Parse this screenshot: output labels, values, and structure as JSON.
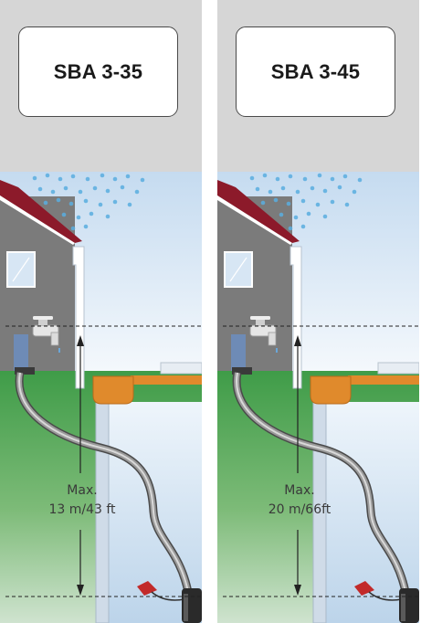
{
  "panels": [
    {
      "model": "SBA 3-35",
      "max_label": "Max.",
      "height_label": "13 m/43 ft"
    },
    {
      "model": "SBA 3-45",
      "max_label": "Max.",
      "height_label": "20 m/66ft"
    }
  ],
  "colors": {
    "sky": "#dfeaf5",
    "grass": "#4fa552",
    "roof": "#8c1a2a",
    "house": "#7a7a7a",
    "pipe": "#8a8a8a",
    "tank": "#e08a2c"
  }
}
